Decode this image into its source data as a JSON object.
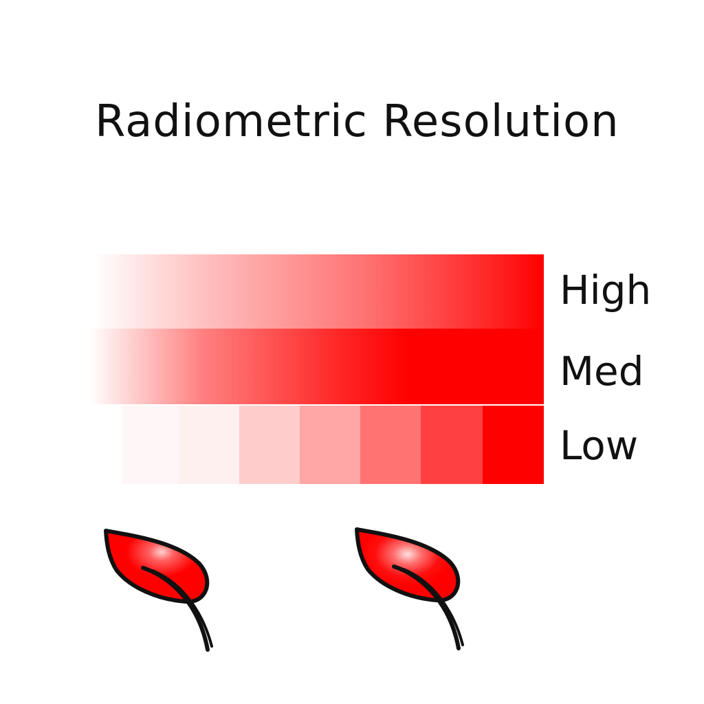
{
  "title": "Radiometric Resolution",
  "levels": [
    {
      "label": "High"
    },
    {
      "label": "Med"
    },
    {
      "label": "Low"
    }
  ],
  "low_steps_alpha": [
    0.03,
    0.06,
    0.2,
    0.35,
    0.55,
    0.75,
    1.0
  ],
  "colors": {
    "accent": "#ff0000",
    "outline": "#111111"
  },
  "icons": [
    "leaf-icon",
    "leaf-icon"
  ]
}
